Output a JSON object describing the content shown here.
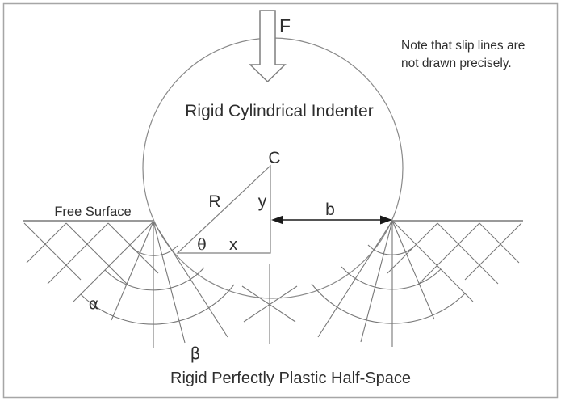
{
  "colors": {
    "background": "#ffffff",
    "border": "#a6a6a6",
    "slip_line": "#787878",
    "circle_line": "#8a8a8a",
    "text": "#2e2e2e",
    "dimension_arrow": "#1a1a1a"
  },
  "annotations": {
    "force_label": "F",
    "indenter_label": "Rigid Cylindrical Indenter",
    "note": {
      "line1": "Note that slip lines are",
      "line2": "not drawn precisely."
    },
    "center_label": "C",
    "radius_label": "R",
    "vertical_leg_label": "y",
    "horizontal_leg_label": "x",
    "angle_label": "θ",
    "contact_half_width_label": "b",
    "free_surface_label": "Free Surface",
    "alpha_slip_label": "α",
    "beta_slip_label": "β",
    "half_space_label": "Rigid Perfectly Plastic Half-Space"
  }
}
